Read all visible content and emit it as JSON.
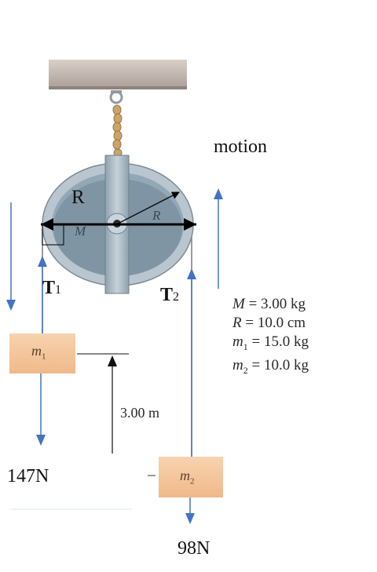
{
  "labels": {
    "motion": "motion",
    "radius_label_outer": "R",
    "radius_label_inner": "R",
    "pulley_mass_label": "M",
    "tension_1": "T",
    "tension_1_sub": "1",
    "tension_2": "T",
    "tension_2_sub": "2",
    "mass_1_label": "m",
    "mass_1_sub": "1",
    "mass_2_label": "m",
    "mass_2_sub": "2",
    "height": "3.00 m",
    "weight_1": "147N",
    "weight_2": "98N"
  },
  "given": {
    "M": {
      "symbol": "M",
      "eq": " = 3.00 kg"
    },
    "R": {
      "symbol": "R",
      "eq": " = 10.0 cm"
    },
    "m1": {
      "symbol": "m",
      "sub": "1",
      "eq": " = 15.0 kg"
    },
    "m2": {
      "symbol": "m",
      "sub": "2",
      "eq": " = 10.0 kg"
    }
  },
  "colors": {
    "arrow_blue": "#4472c4",
    "block": "#f5c9a0",
    "ceiling": "#c9beb7",
    "pulley_rim": "#b9c6cf",
    "pulley_disk": "#7f95a4",
    "pulley_bar": "#a9bac4"
  }
}
